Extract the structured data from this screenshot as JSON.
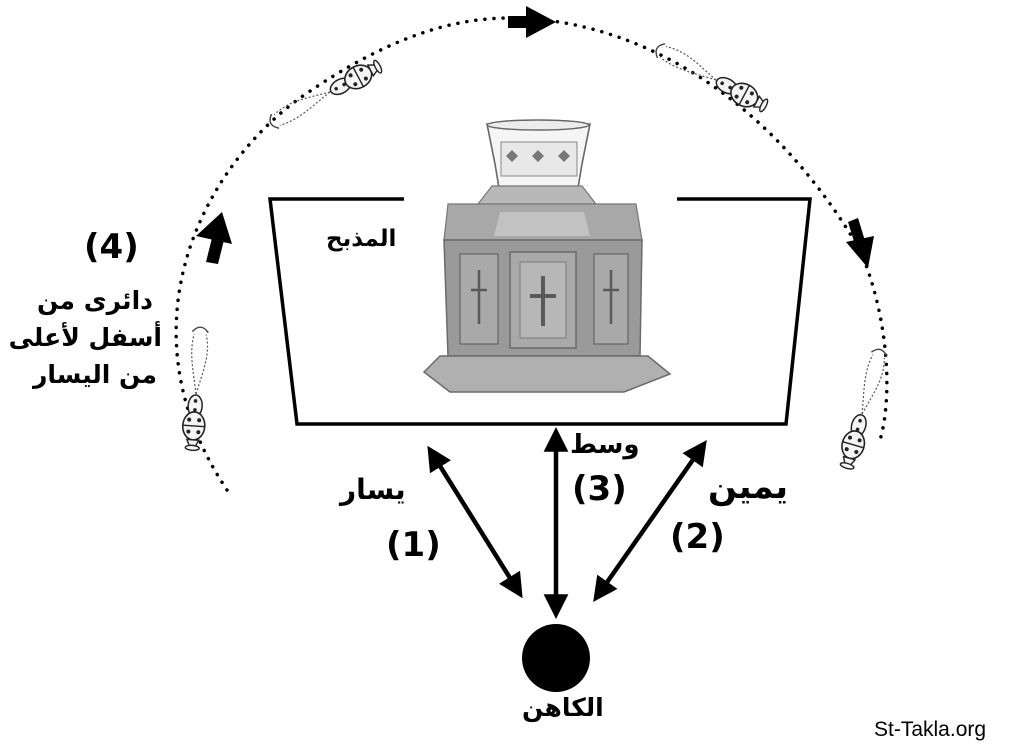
{
  "labels": {
    "altar": "المذبح",
    "left": "يسار",
    "middle": "وسط",
    "right": "يمين",
    "priest": "الكاهن"
  },
  "steps": {
    "one": "(1)",
    "two": "(2)",
    "three": "(3)",
    "four": "(4)"
  },
  "circle_description": {
    "line1": "دائرى من",
    "line2": "أسفل لأعلى",
    "line3": "من اليسار"
  },
  "watermark": "St-Takla.org",
  "icons": [
    "altar-icon",
    "censer-icon",
    "priest-icon",
    "arrow-icon"
  ],
  "colors": {
    "ink": "#000000",
    "altar_gray": "#9a9a9a",
    "paper": "#ffffff"
  }
}
